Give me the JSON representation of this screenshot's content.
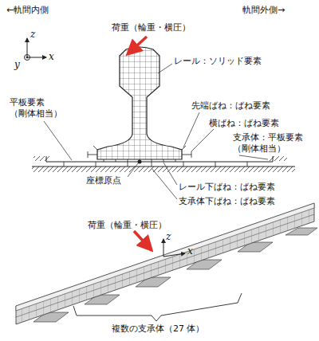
{
  "diagram": {
    "labels": [
      "←軌間内側",
      "軌間外側→",
      "荷重（輪重・横圧）",
      "z",
      "y",
      "x",
      "レール：ソリッド要素",
      "平板要素 （剛体相当）",
      "先端ばね：ばね要素",
      "横ばね：ばね要素",
      "支承体：平板要素 （剛体相当）",
      "座標原点",
      "レール下ばね：ばね要素",
      "支承体下ばね：ばね要素",
      "荷重（輪重・横圧）",
      "z",
      "x",
      "複数の支承体（27 体）"
    ]
  }
}
